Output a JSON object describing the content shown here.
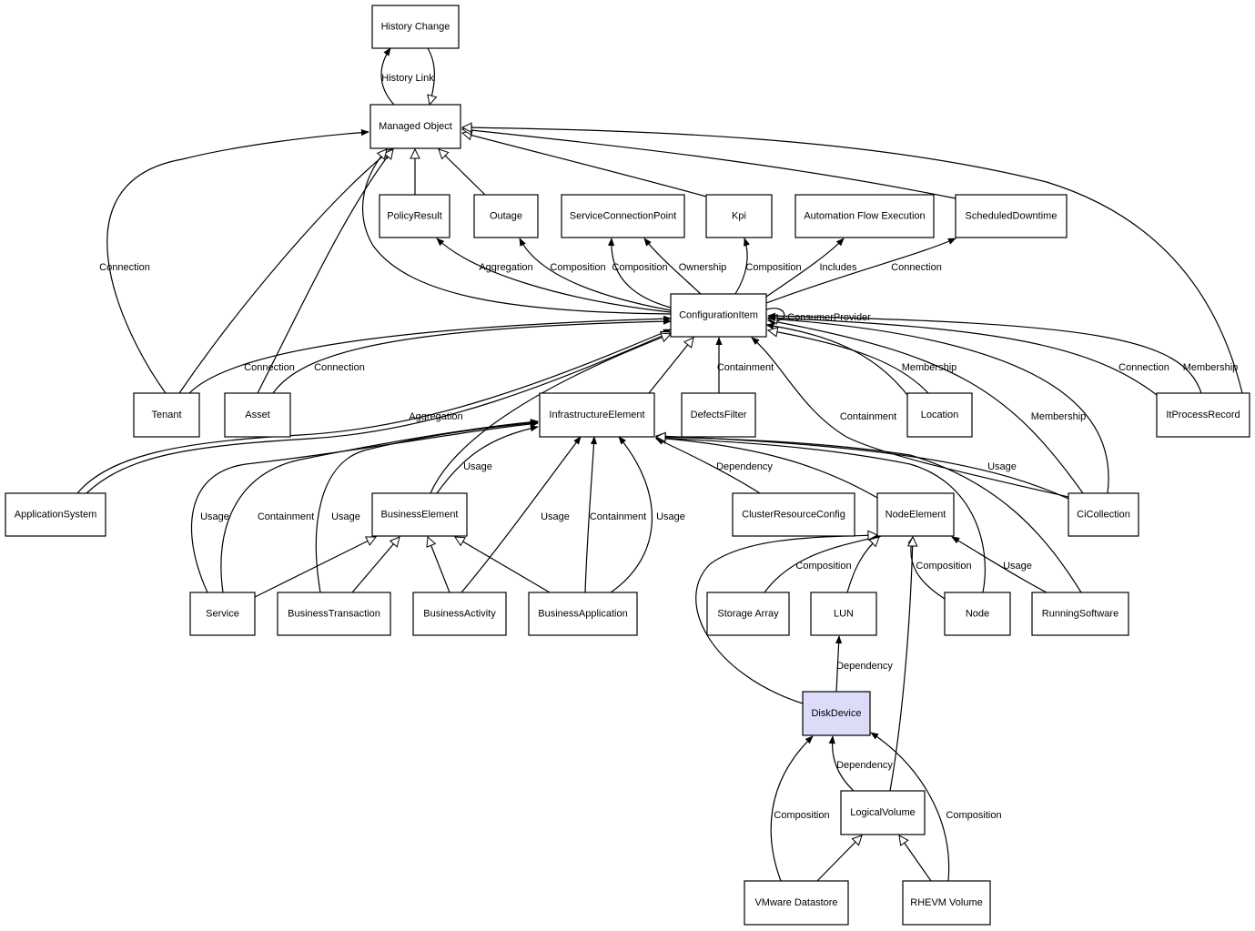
{
  "diagram": {
    "highlight_color": "#dcdcf8",
    "nodes": [
      {
        "id": "history_change",
        "label": "History Change"
      },
      {
        "id": "managed_object",
        "label": "Managed Object"
      },
      {
        "id": "policy_result",
        "label": "PolicyResult"
      },
      {
        "id": "outage",
        "label": "Outage"
      },
      {
        "id": "service_connection_point",
        "label": "ServiceConnectionPoint"
      },
      {
        "id": "kpi",
        "label": "Kpi"
      },
      {
        "id": "automation_flow_execution",
        "label": "Automation Flow Execution"
      },
      {
        "id": "scheduled_downtime",
        "label": "ScheduledDowntime"
      },
      {
        "id": "configuration_item",
        "label": "ConfigurationItem"
      },
      {
        "id": "tenant",
        "label": "Tenant"
      },
      {
        "id": "asset",
        "label": "Asset"
      },
      {
        "id": "infrastructure_element",
        "label": "InfrastructureElement"
      },
      {
        "id": "defects_filter",
        "label": "DefectsFilter"
      },
      {
        "id": "location",
        "label": "Location"
      },
      {
        "id": "it_process_record",
        "label": "ItProcessRecord"
      },
      {
        "id": "application_system",
        "label": "ApplicationSystem"
      },
      {
        "id": "business_element",
        "label": "BusinessElement"
      },
      {
        "id": "cluster_resource_config",
        "label": "ClusterResourceConfig"
      },
      {
        "id": "node_element",
        "label": "NodeElement"
      },
      {
        "id": "ci_collection",
        "label": "CiCollection"
      },
      {
        "id": "service",
        "label": "Service"
      },
      {
        "id": "business_transaction",
        "label": "BusinessTransaction"
      },
      {
        "id": "business_activity",
        "label": "BusinessActivity"
      },
      {
        "id": "business_application",
        "label": "BusinessApplication"
      },
      {
        "id": "storage_array",
        "label": "Storage Array"
      },
      {
        "id": "lun",
        "label": "LUN"
      },
      {
        "id": "node",
        "label": "Node"
      },
      {
        "id": "running_software",
        "label": "RunningSoftware"
      },
      {
        "id": "disk_device",
        "label": "DiskDevice",
        "highlighted": true
      },
      {
        "id": "logical_volume",
        "label": "LogicalVolume"
      },
      {
        "id": "vmware_datastore",
        "label": "VMware Datastore"
      },
      {
        "id": "rhevm_volume",
        "label": "RHEVM Volume"
      }
    ],
    "edges": [
      {
        "id": "history_link",
        "from": "managed_object",
        "to": "history_change",
        "kind": "association",
        "label": "History Link"
      },
      {
        "id": "history_change_inherits",
        "from": "history_change",
        "to": "managed_object",
        "kind": "inheritance"
      },
      {
        "id": "policy_result_inherits",
        "from": "policy_result",
        "to": "managed_object",
        "kind": "inheritance"
      },
      {
        "id": "outage_inherits",
        "from": "outage",
        "to": "managed_object",
        "kind": "inheritance"
      },
      {
        "id": "kpi_inherits",
        "from": "kpi",
        "to": "managed_object",
        "kind": "inheritance"
      },
      {
        "id": "scheduled_downtime_inherits",
        "from": "scheduled_downtime",
        "to": "managed_object",
        "kind": "inheritance"
      },
      {
        "id": "it_process_record_inherits",
        "from": "it_process_record",
        "to": "managed_object",
        "kind": "inheritance"
      },
      {
        "id": "tenant_inherits",
        "from": "tenant",
        "to": "managed_object",
        "kind": "inheritance"
      },
      {
        "id": "asset_inherits",
        "from": "asset",
        "to": "managed_object",
        "kind": "inheritance"
      },
      {
        "id": "ci_inherits",
        "from": "configuration_item",
        "to": "managed_object",
        "kind": "inheritance"
      },
      {
        "id": "tenant_connection_mo",
        "from": "tenant",
        "to": "managed_object",
        "kind": "association",
        "label": "Connection"
      },
      {
        "id": "ci_aggregation_policy",
        "from": "configuration_item",
        "to": "policy_result",
        "kind": "association",
        "label": "Aggregation"
      },
      {
        "id": "ci_composition_outage",
        "from": "configuration_item",
        "to": "outage",
        "kind": "association",
        "label": "Composition"
      },
      {
        "id": "ci_composition_scp",
        "from": "configuration_item",
        "to": "service_connection_point",
        "kind": "association",
        "label": "Composition"
      },
      {
        "id": "ci_ownership_scp",
        "from": "configuration_item",
        "to": "service_connection_point",
        "kind": "association",
        "label": "Ownership"
      },
      {
        "id": "ci_composition_kpi",
        "from": "configuration_item",
        "to": "kpi",
        "kind": "association",
        "label": "Composition"
      },
      {
        "id": "ci_includes_afe",
        "from": "configuration_item",
        "to": "automation_flow_execution",
        "kind": "association",
        "label": "Includes"
      },
      {
        "id": "ci_connection_sd",
        "from": "configuration_item",
        "to": "scheduled_downtime",
        "kind": "association",
        "label": "Connection"
      },
      {
        "id": "ci_consumer_provider",
        "from": "configuration_item",
        "to": "configuration_item",
        "kind": "association",
        "label": "ConsumerProvider"
      },
      {
        "id": "tenant_connection_ci",
        "from": "tenant",
        "to": "configuration_item",
        "kind": "association",
        "label": "Connection"
      },
      {
        "id": "asset_connection_ci",
        "from": "asset",
        "to": "configuration_item",
        "kind": "association",
        "label": "Connection"
      },
      {
        "id": "app_system_aggregation_ci",
        "from": "application_system",
        "to": "configuration_item",
        "kind": "association",
        "label": "Aggregation"
      },
      {
        "id": "app_system_inherits",
        "from": "application_system",
        "to": "configuration_item",
        "kind": "inheritance"
      },
      {
        "id": "ie_inherits",
        "from": "infrastructure_element",
        "to": "configuration_item",
        "kind": "inheritance"
      },
      {
        "id": "defects_filter_containment",
        "from": "defects_filter",
        "to": "configuration_item",
        "kind": "association",
        "label": "Containment"
      },
      {
        "id": "location_membership",
        "from": "location",
        "to": "configuration_item",
        "kind": "association",
        "label": "Membership"
      },
      {
        "id": "location_inherits",
        "from": "location",
        "to": "configuration_item",
        "kind": "inheritance"
      },
      {
        "id": "ci_collection_containment",
        "from": "ci_collection",
        "to": "configuration_item",
        "kind": "association",
        "label": "Containment"
      },
      {
        "id": "ci_collection_membership",
        "from": "ci_collection",
        "to": "configuration_item",
        "kind": "association",
        "label": "Membership"
      },
      {
        "id": "ci_collection_inherits",
        "from": "ci_collection",
        "to": "configuration_item",
        "kind": "inheritance"
      },
      {
        "id": "itpr_connection_ci",
        "from": "it_process_record",
        "to": "configuration_item",
        "kind": "association",
        "label": "Connection"
      },
      {
        "id": "itpr_membership_ci",
        "from": "it_process_record",
        "to": "configuration_item",
        "kind": "association",
        "label": "Membership"
      },
      {
        "id": "be_inherits",
        "from": "business_element",
        "to": "configuration_item",
        "kind": "inheritance"
      },
      {
        "id": "be_usage_ie",
        "from": "business_element",
        "to": "infrastructure_element",
        "kind": "association",
        "label": "Usage"
      },
      {
        "id": "service_usage_ie",
        "from": "service",
        "to": "infrastructure_element",
        "kind": "association",
        "label": "Usage"
      },
      {
        "id": "service_containment_ie",
        "from": "service",
        "to": "infrastructure_element",
        "kind": "association",
        "label": "Containment"
      },
      {
        "id": "bt_usage_ie",
        "from": "business_transaction",
        "to": "infrastructure_element",
        "kind": "association",
        "label": "Usage"
      },
      {
        "id": "ba_usage_ie",
        "from": "business_activity",
        "to": "infrastructure_element",
        "kind": "association",
        "label": "Usage"
      },
      {
        "id": "bapp_containment_ie",
        "from": "business_application",
        "to": "infrastructure_element",
        "kind": "association",
        "label": "Containment"
      },
      {
        "id": "bapp_usage_ie",
        "from": "business_application",
        "to": "infrastructure_element",
        "kind": "association",
        "label": "Usage"
      },
      {
        "id": "crc_dependency_ie",
        "from": "cluster_resource_config",
        "to": "infrastructure_element",
        "kind": "association",
        "label": "Dependency"
      },
      {
        "id": "ne_inherits",
        "from": "node_element",
        "to": "infrastructure_element",
        "kind": "inheritance"
      },
      {
        "id": "ci_collection_usage_ie",
        "from": "ci_collection",
        "to": "infrastructure_element",
        "kind": "association",
        "label": "Usage"
      },
      {
        "id": "node_inherits_ie",
        "from": "node",
        "to": "infrastructure_element",
        "kind": "inheritance"
      },
      {
        "id": "rs_inherits_ie",
        "from": "running_software",
        "to": "infrastructure_element",
        "kind": "inheritance"
      },
      {
        "id": "service_inherits_be",
        "from": "service",
        "to": "business_element",
        "kind": "inheritance"
      },
      {
        "id": "bt_inherits_be",
        "from": "business_transaction",
        "to": "business_element",
        "kind": "inheritance"
      },
      {
        "id": "ba_inherits_be",
        "from": "business_activity",
        "to": "business_element",
        "kind": "inheritance"
      },
      {
        "id": "bapp_inherits_be",
        "from": "business_application",
        "to": "business_element",
        "kind": "inheritance"
      },
      {
        "id": "storage_array_composition_ne",
        "from": "storage_array",
        "to": "node_element",
        "kind": "association",
        "label": "Composition"
      },
      {
        "id": "lun_inherits_ne",
        "from": "lun",
        "to": "node_element",
        "kind": "inheritance"
      },
      {
        "id": "disk_device_inherits_ne",
        "from": "disk_device",
        "to": "node_element",
        "kind": "inheritance"
      },
      {
        "id": "node_composition_ne",
        "from": "node",
        "to": "node_element",
        "kind": "association",
        "label": "Composition"
      },
      {
        "id": "rs_usage_ne",
        "from": "running_software",
        "to": "node_element",
        "kind": "association",
        "label": "Usage"
      },
      {
        "id": "lv_inherits_ne",
        "from": "logical_volume",
        "to": "node_element",
        "kind": "inheritance"
      },
      {
        "id": "disk_device_dependency_lun",
        "from": "disk_device",
        "to": "lun",
        "kind": "association",
        "label": "Dependency"
      },
      {
        "id": "lv_dependency_dd",
        "from": "logical_volume",
        "to": "disk_device",
        "kind": "association",
        "label": "Dependency"
      },
      {
        "id": "vmware_composition_dd",
        "from": "vmware_datastore",
        "to": "disk_device",
        "kind": "association",
        "label": "Composition"
      },
      {
        "id": "rhevm_composition_dd",
        "from": "rhevm_volume",
        "to": "disk_device",
        "kind": "association",
        "label": "Composition"
      },
      {
        "id": "vmware_inherits_lv",
        "from": "vmware_datastore",
        "to": "logical_volume",
        "kind": "inheritance"
      },
      {
        "id": "rhevm_inherits_lv",
        "from": "rhevm_volume",
        "to": "logical_volume",
        "kind": "inheritance"
      }
    ]
  }
}
